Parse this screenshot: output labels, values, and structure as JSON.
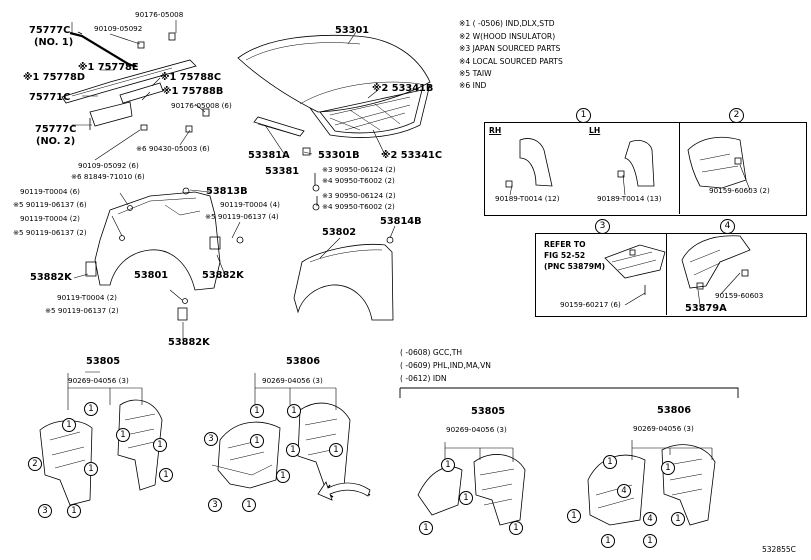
{
  "notes": [
    "※1 (     -0506) IND,DLX,STD",
    "※2 W(HOOD INSULATOR)",
    "※3 JAPAN SOURCED PARTS",
    "※4 LOCAL SOURCED PARTS",
    "※5 TAIW",
    "※6 IND"
  ],
  "variant_notes": [
    "(      -0608) GCC,TH",
    "(      -0609) PHL,IND,MA,VN",
    "(      -0612) IDN"
  ],
  "hood_parts": {
    "p75777c1": "75777C",
    "p75777c1_sub": "(NO. 1)",
    "p90176a": "90176-05008",
    "p90109a": "90109-05092",
    "p75778e": "※1 75778E",
    "p75778d": "※1 75778D",
    "p75788c": "※1 75788C",
    "p75771c": "75771C",
    "p75788b": "※1 75788B",
    "p90176b": "90176-05008 (6)",
    "p75777c2": "75777C",
    "p75777c2_sub": "(NO. 2)",
    "p90430": "※6 90430-05003 (6)",
    "p90109b": "90109-05092 (6)",
    "p81849": "※6 81849-71010 (6)",
    "p53301": "53301",
    "p53341b": "※2 53341B",
    "p53381a": "53381A",
    "p53301b": "53301B",
    "p53341c": "※2 53341C",
    "p53381": "53381",
    "p90950a": "※3 90950-06124 (2)",
    "p90950b": "※4 90950-T6002 (2)",
    "p90950c": "※3 90950-06124 (2)",
    "p90950d": "※4 90950-T6002 (2)"
  },
  "fender_parts": {
    "p90119a": "90119-T0004 (6)",
    "p90119b": "※5 90119-06137 (6)",
    "p53813b": "53813B",
    "p90119c": "90119-T0004 (2)",
    "p90119d": "※5 90119-06137 (2)",
    "p90119e": "90119-T0004 (4)",
    "p90119f": "※5 90119-06137 (4)",
    "p53882k1": "53882K",
    "p53801": "53801",
    "p53882k2": "53882K",
    "p90119g": "90119-T0004 (2)",
    "p90119h": "※5 90119-06137 (2)",
    "p53882k3": "53882K",
    "p53802": "53802",
    "p53814b": "53814B"
  },
  "detail_boxes": {
    "box1_num": "1",
    "rh": "RH",
    "lh": "LH",
    "box1_pa": "90189-T0014 (12)",
    "box1_pb": "90189-T0014 (13)",
    "box2_num": "2",
    "box2_p": "90159-60603 (2)",
    "box3_num": "3",
    "refer_1": "REFER TO",
    "refer_2": "FIG 52-52",
    "refer_3": "(PNC 53879M)",
    "box3_p": "90159-60217 (6)",
    "box4_num": "4",
    "box4_p": "90159-60603",
    "box4_p2": "53879A"
  },
  "liners": {
    "l53805a": "53805",
    "l53806a": "53806",
    "lclip_a": "90269-04056 (3)",
    "lclip_b": "90269-04056 (3)",
    "l53805b": "53805",
    "l53806b": "53806",
    "lclip_c": "90269-04056 (3)",
    "lclip_d": "90269-04056 (3)"
  },
  "callouts": {
    "c1": "1",
    "c2": "2",
    "c3": "3",
    "c4": "4"
  },
  "footer_code": "532855C"
}
